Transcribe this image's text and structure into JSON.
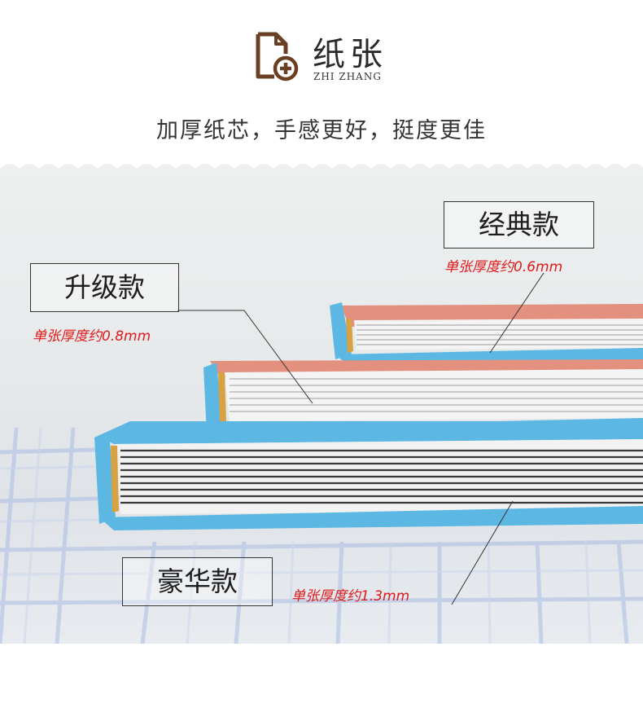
{
  "header": {
    "title": "纸张",
    "title_en": "ZHI ZHANG",
    "icon": "document-plus-icon",
    "icon_color": "#6b3f24"
  },
  "subtitle": "加厚纸芯，手感更好，挺度更佳",
  "products": {
    "classic": {
      "name": "经典款",
      "thickness": "单张厚度约0.6mm"
    },
    "upgrade": {
      "name": "升级款",
      "thickness": "单张厚度约0.8mm"
    },
    "deluxe": {
      "name": "豪华款",
      "thickness": "单张厚度约1.3mm"
    }
  },
  "colors": {
    "cover_blue": "#5cb8e3",
    "cover_pink": "#e4907e",
    "highlight_red": "#e01a1a",
    "tablecloth_line": "#9fb3db"
  }
}
